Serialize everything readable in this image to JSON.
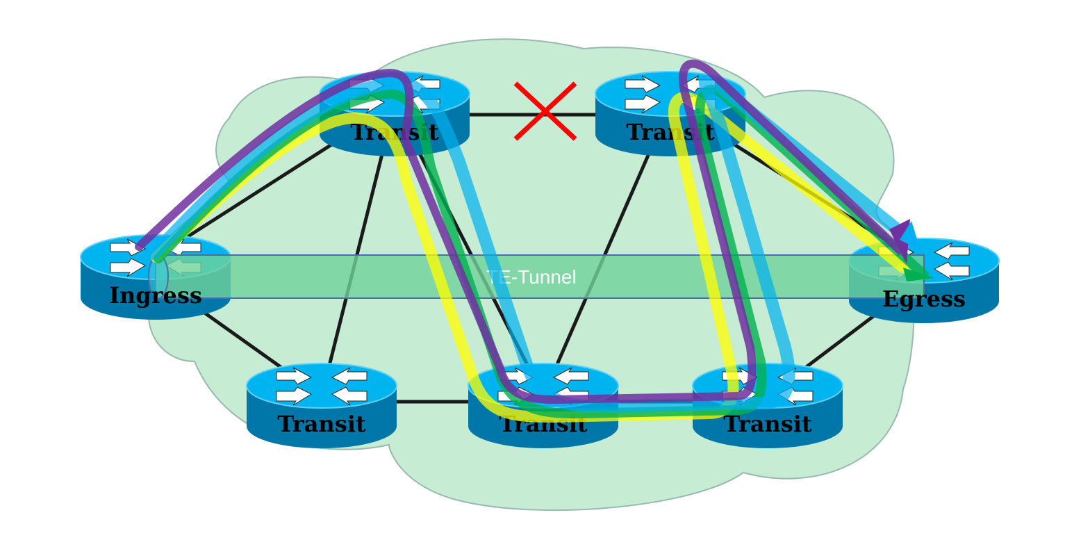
{
  "nodes": [
    {
      "id": "ingress",
      "label": "Ingress"
    },
    {
      "id": "transit-top-left",
      "label": "Transit"
    },
    {
      "id": "transit-top-right",
      "label": "Transit"
    },
    {
      "id": "transit-bottom-left",
      "label": "Transit"
    },
    {
      "id": "transit-bottom-middle",
      "label": "Transit"
    },
    {
      "id": "transit-bottom-right",
      "label": "Transit"
    },
    {
      "id": "egress",
      "label": "Egress"
    }
  ],
  "tunnel": {
    "label": "TE-Tunnel"
  },
  "colors": {
    "cloud": "#c6ecd4",
    "router_top": "#00b4f0",
    "router_side": "#0077a8",
    "tunnel": "#6fd39a",
    "link": "#1a1a1a",
    "failure": "#ff0000",
    "paths": [
      "#ffff00",
      "#00b050",
      "#00b0f0",
      "#7030a0"
    ]
  }
}
